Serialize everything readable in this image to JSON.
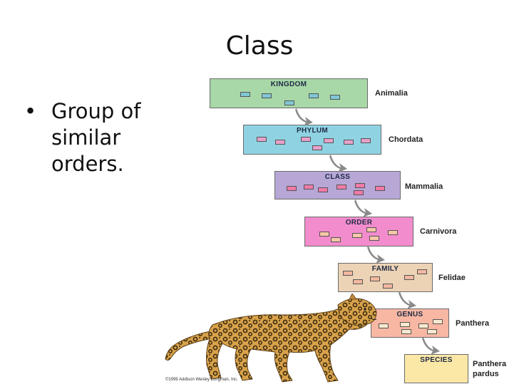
{
  "slide": {
    "title": "Class",
    "bullet_marker": "•",
    "bullet_text": "Group of similar orders."
  },
  "diagram": {
    "ranks": [
      {
        "rank": "KINGDOM",
        "taxon": "Animalia",
        "color": "#a8d8a8",
        "mini_color": "#7fc7d6"
      },
      {
        "rank": "PHYLUM",
        "taxon": "Chordata",
        "color": "#8fd3e3",
        "mini_color": "#e7a1c9"
      },
      {
        "rank": "CLASS",
        "taxon": "Mammalia",
        "color": "#b7a7d6",
        "mini_color": "#f07aa8"
      },
      {
        "rank": "ORDER",
        "taxon": "Carnivora",
        "color": "#f28ccd",
        "mini_color": "#f6c7a8"
      },
      {
        "rank": "FAMILY",
        "taxon": "Felidae",
        "color": "#ecd3b6",
        "mini_color": "#f2b8a0"
      },
      {
        "rank": "GENUS",
        "taxon": "Panthera",
        "color": "#f7b7a3",
        "mini_color": "#f8ead0"
      },
      {
        "rank": "SPECIES",
        "taxon_line1": "Panthera",
        "taxon_line2": "pardus",
        "color": "#fbe8a6"
      }
    ],
    "arrow_color": "#8a8a8a",
    "copyright": "©1999 Addison Wesley Longman, Inc."
  }
}
